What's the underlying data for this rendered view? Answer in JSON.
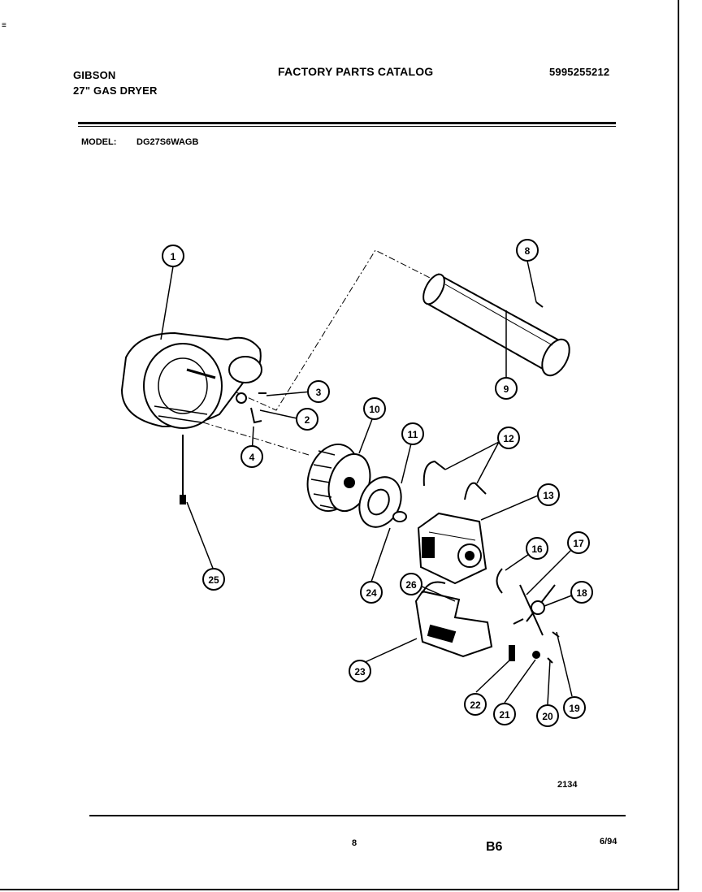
{
  "header": {
    "brand": "GIBSON",
    "product": "27\" GAS DRYER",
    "catalog_title": "FACTORY PARTS CATALOG",
    "catalog_number": "5995255212",
    "model_label": "MODEL:",
    "model_value": "DG27S6WAGB"
  },
  "callouts": [
    "1",
    "2",
    "3",
    "4",
    "8",
    "9",
    "10",
    "11",
    "12",
    "13",
    "16",
    "17",
    "18",
    "19",
    "20",
    "21",
    "22",
    "23",
    "24",
    "25",
    "26"
  ],
  "footer": {
    "drawing_number": "2134",
    "page": "8",
    "section": "B6",
    "date": "6/94"
  }
}
